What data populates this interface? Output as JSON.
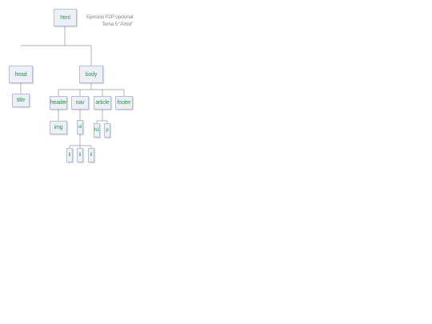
{
  "caption": {
    "line1": "Ejercicio P2P opcional",
    "line2": "Tema 5 \"Árbol\""
  },
  "nodes": {
    "html": "html",
    "head": "head",
    "title": "title",
    "body": "body",
    "header": "header",
    "nav": "nav",
    "article": "article",
    "footer": "footer",
    "img": "img",
    "ul": "ul",
    "h1": "h1",
    "p": "p",
    "li1": "li",
    "li2": "li",
    "li3": "li"
  }
}
